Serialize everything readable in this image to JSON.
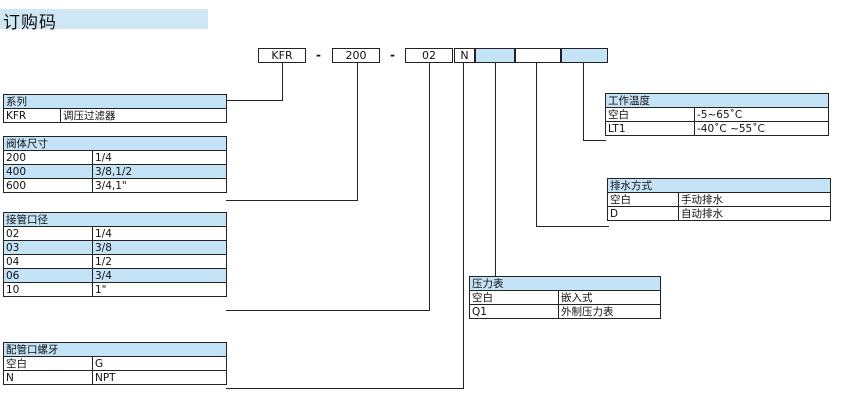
{
  "title": "订购码",
  "code": {
    "c1": "KFR",
    "s1": "-",
    "c2": "200",
    "s2": "-",
    "c3": "02",
    "c4": "N",
    "c5": "",
    "c6": "",
    "c7": ""
  },
  "series": {
    "header": "系列",
    "rows": [
      [
        "KFR",
        "调压过滤器"
      ]
    ]
  },
  "body_size": {
    "header": "阀体尺寸",
    "rows": [
      [
        "200",
        "1/4"
      ],
      [
        "400",
        "3/8,1/2"
      ],
      [
        "600",
        "3/4,1\""
      ]
    ]
  },
  "port_size": {
    "header": "接管口径",
    "rows": [
      [
        "02",
        "1/4"
      ],
      [
        "03",
        "3/8"
      ],
      [
        "04",
        "1/2"
      ],
      [
        "06",
        "3/4"
      ],
      [
        "10",
        "1\""
      ]
    ]
  },
  "thread": {
    "header": "配管口螺牙",
    "rows": [
      [
        "空白",
        "G"
      ],
      [
        "N",
        "NPT"
      ]
    ]
  },
  "gauge": {
    "header": "压力表",
    "rows": [
      [
        "空白",
        "嵌入式"
      ],
      [
        "Q1",
        "外制压力表"
      ]
    ]
  },
  "drain": {
    "header": "排水方式",
    "rows": [
      [
        "空白",
        "手动排水"
      ],
      [
        "D",
        "自动排水"
      ]
    ]
  },
  "temperature": {
    "header": "工作温度",
    "rows": [
      [
        "空白",
        "-5~65˚C"
      ],
      [
        "LT1",
        "-40˚C ~55˚C"
      ]
    ]
  }
}
